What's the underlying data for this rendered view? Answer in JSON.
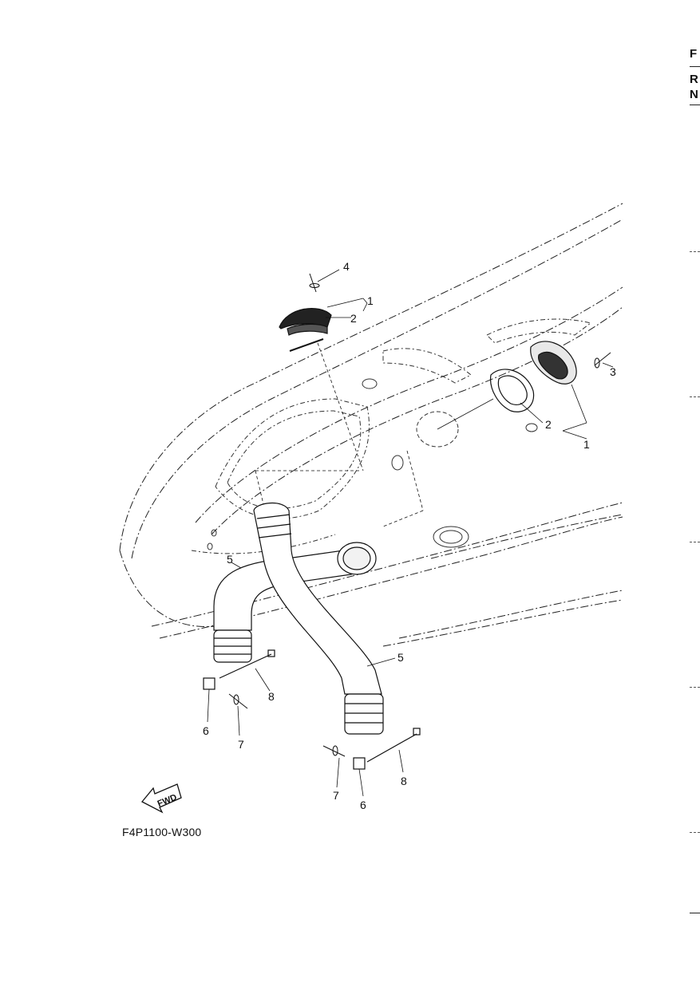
{
  "diagram_code": "F4P1100-W300",
  "fwd_arrow": {
    "label": "FWD"
  },
  "callouts": {
    "c1_top": "1",
    "c2_top": "2",
    "c4": "4",
    "c3": "3",
    "c2_right": "2",
    "c1_right": "1",
    "c5_left": "5",
    "c5_right": "5",
    "c6_left": "6",
    "c7_left": "7",
    "c8_left": "8",
    "c7_right": "7",
    "c6_right": "6",
    "c8_right": "8"
  },
  "edge_tabs": {
    "t1": "F",
    "t2": "R",
    "t3": "N"
  },
  "colors": {
    "line": "#111111",
    "background": "#ffffff"
  }
}
